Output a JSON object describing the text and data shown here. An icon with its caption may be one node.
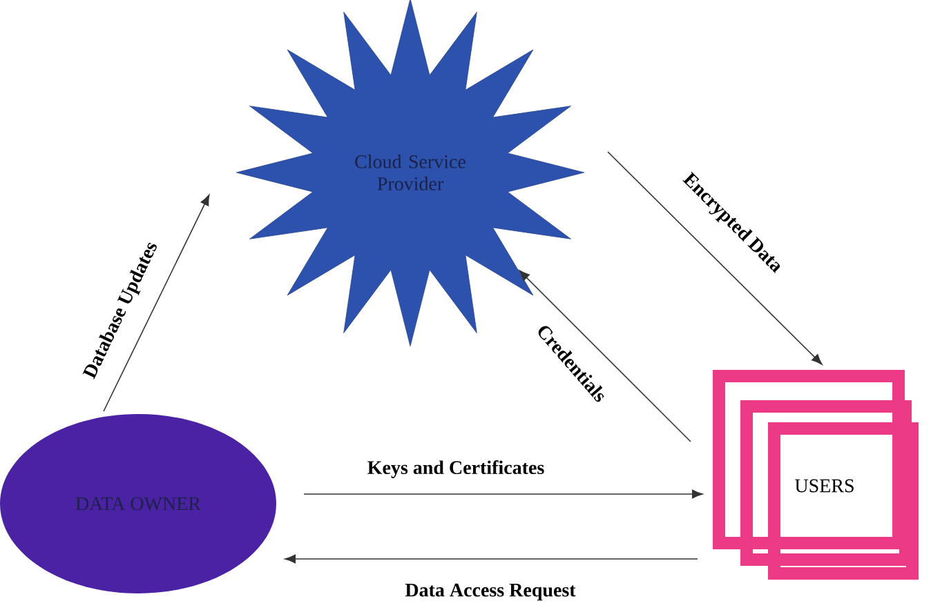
{
  "diagram": {
    "nodes": [
      {
        "text": [
          "Cloud Service Provider"
        ]
      },
      {
        "text": [
          "DATA OWNER"
        ]
      },
      {
        "text": [
          "USERS"
        ]
      }
    ],
    "edges": [
      {
        "from": 1,
        "to": 0,
        "arrow": "to",
        "label": "Database Updates"
      },
      {
        "from": 0,
        "to": 2,
        "arrow": "to",
        "label": "Encrypted Data"
      },
      {
        "from": 2,
        "to": 0,
        "arrow": "to",
        "label": "Credentials"
      },
      {
        "from": 1,
        "to": 2,
        "arrow": "to",
        "label": "Keys and Certificates"
      },
      {
        "from": 2,
        "to": 1,
        "arrow": "to",
        "label": "Data Access Request"
      }
    ]
  }
}
